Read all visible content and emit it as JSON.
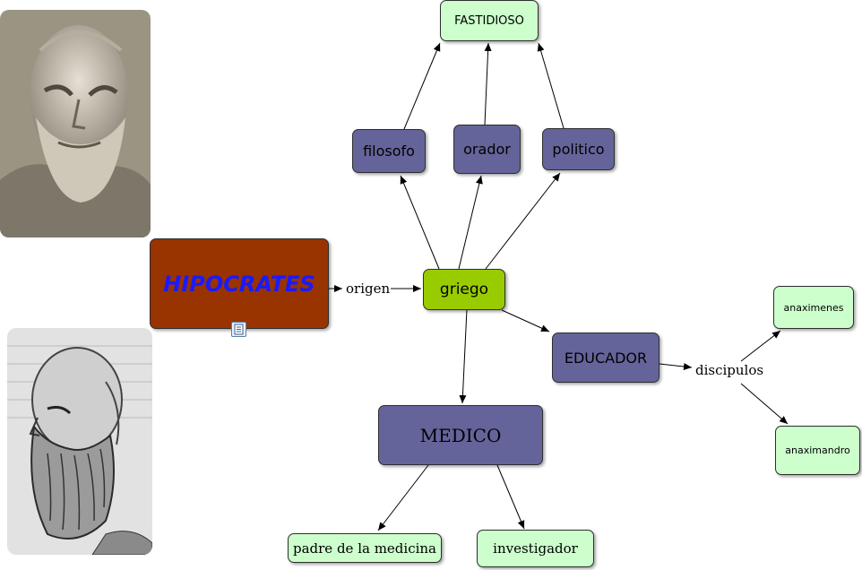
{
  "nodes": {
    "hipocrates": "HIPOCRATES",
    "griego": "griego",
    "filosofo": "filosofo",
    "orador": "orador",
    "politico": "politico",
    "fastidioso": "FASTIDIOSO",
    "medico": "MEDICO",
    "educador": "EDUCADOR",
    "anaximenes": "anaximenes",
    "anaximandro": "anaximandro",
    "padre": "padre de la medicina",
    "investigador": "investigador"
  },
  "link_labels": {
    "origen": "origen",
    "discipulos": "discipulos"
  },
  "icons": {
    "resource": "document-icon"
  },
  "colors": {
    "brown_node": "#993300",
    "title_text": "#1a1aff",
    "lime_node": "#99cc00",
    "purple_node": "#64649a",
    "mint_node": "#ccffcc"
  }
}
